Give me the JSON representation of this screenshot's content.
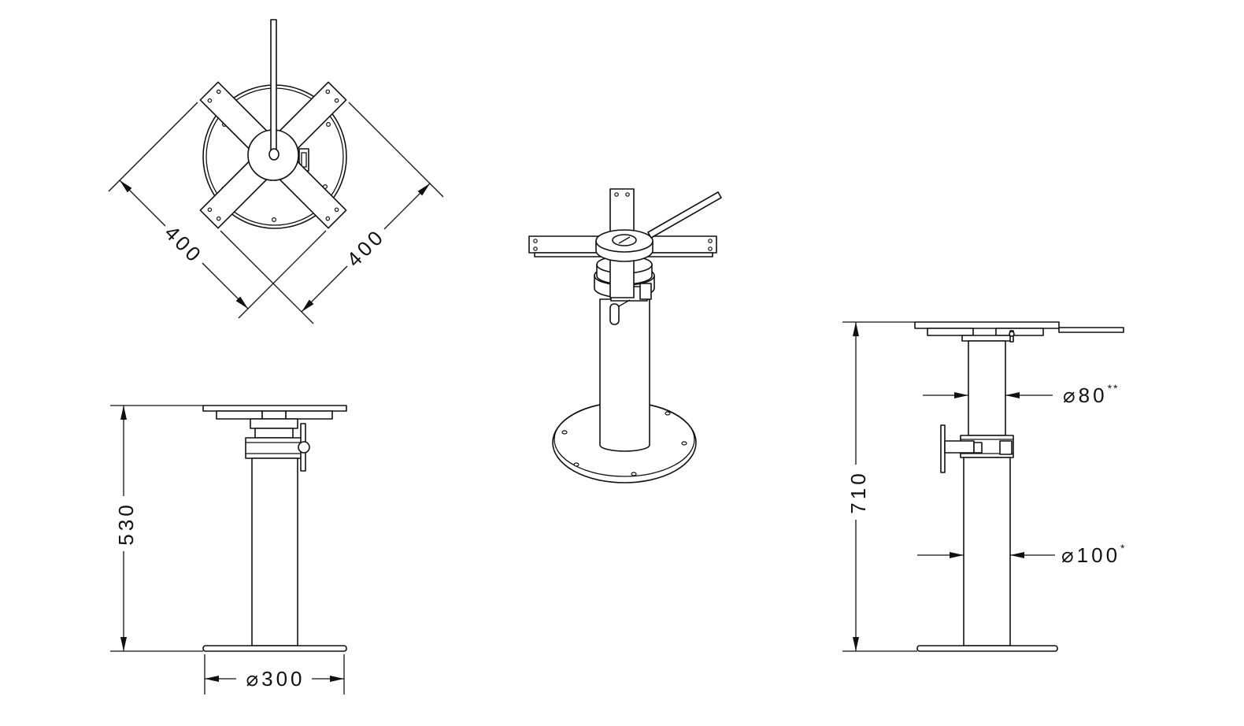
{
  "top_view": {
    "dim_left": "400",
    "dim_right": "400"
  },
  "front_view_low": {
    "height": "530",
    "base_diameter": "⌀300"
  },
  "front_view_high": {
    "height": "710",
    "upper_tube_diameter": "⌀80",
    "upper_tube_mark": "**",
    "lower_tube_diameter": "⌀100",
    "lower_tube_mark": "*"
  }
}
